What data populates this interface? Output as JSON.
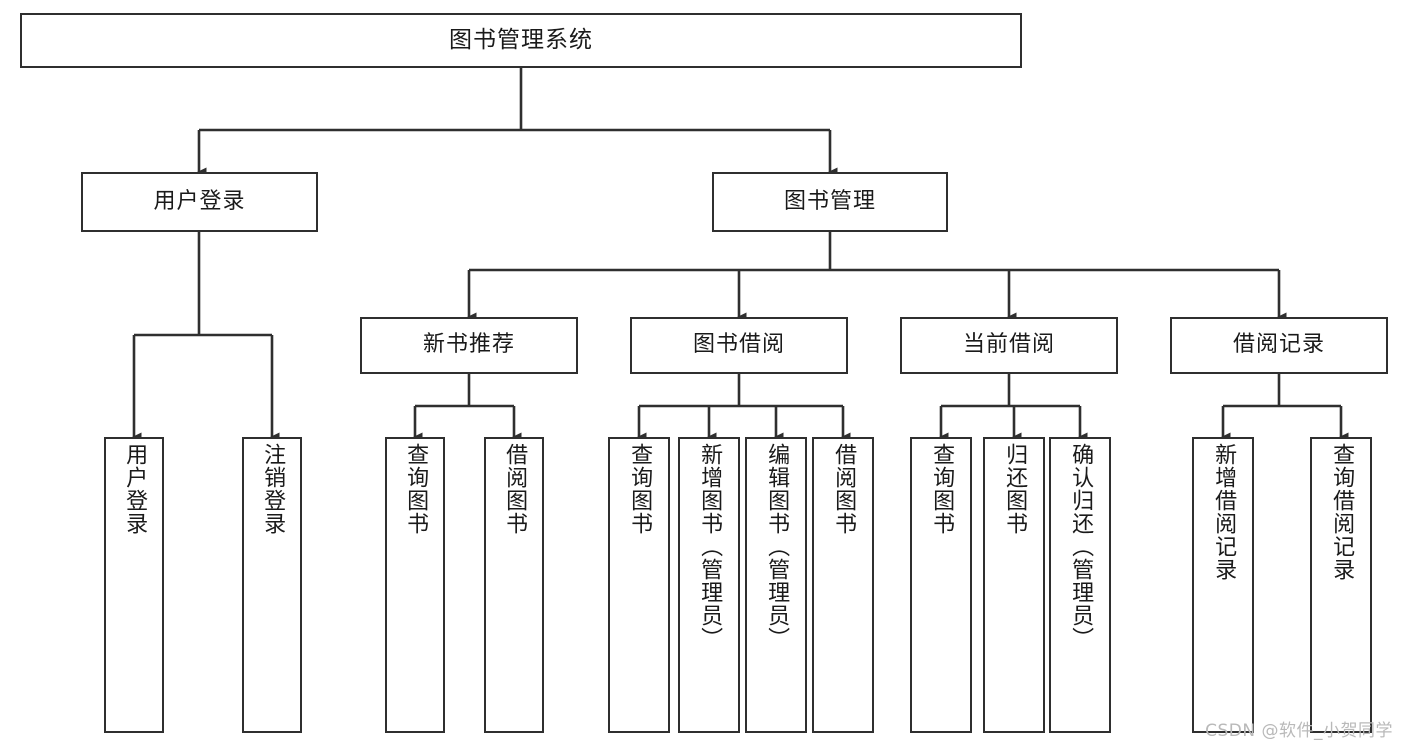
{
  "diagram": {
    "title": "图书管理系统",
    "root": {
      "label": "图书管理系统"
    },
    "level1": [
      {
        "label": "用户登录"
      },
      {
        "label": "图书管理"
      }
    ],
    "level2": [
      {
        "label": "新书推荐"
      },
      {
        "label": "图书借阅"
      },
      {
        "label": "当前借阅"
      },
      {
        "label": "借阅记录"
      }
    ],
    "leaves": {
      "user_login": [
        {
          "label": "用户登录"
        },
        {
          "label": "注销登录"
        }
      ],
      "new_book_rec": [
        {
          "label": "查询图书"
        },
        {
          "label": "借阅图书"
        }
      ],
      "book_borrow": [
        {
          "label": "查询图书"
        },
        {
          "label": "新增图书（管理员）"
        },
        {
          "label": "编辑图书（管理员）"
        },
        {
          "label": "借阅图书"
        }
      ],
      "current_borrow": [
        {
          "label": "查询图书"
        },
        {
          "label": "归还图书"
        },
        {
          "label": "确认归还（管理员）"
        }
      ],
      "borrow_record": [
        {
          "label": "新增借阅记录"
        },
        {
          "label": "查询借阅记录"
        }
      ]
    }
  },
  "watermark": {
    "text": "CSDN @软件_小贺同学"
  },
  "colors": {
    "stroke": "#2f2f2f",
    "fill": "#ffffff",
    "text": "#1a1a1a",
    "watermark": "#b9b9b9"
  }
}
